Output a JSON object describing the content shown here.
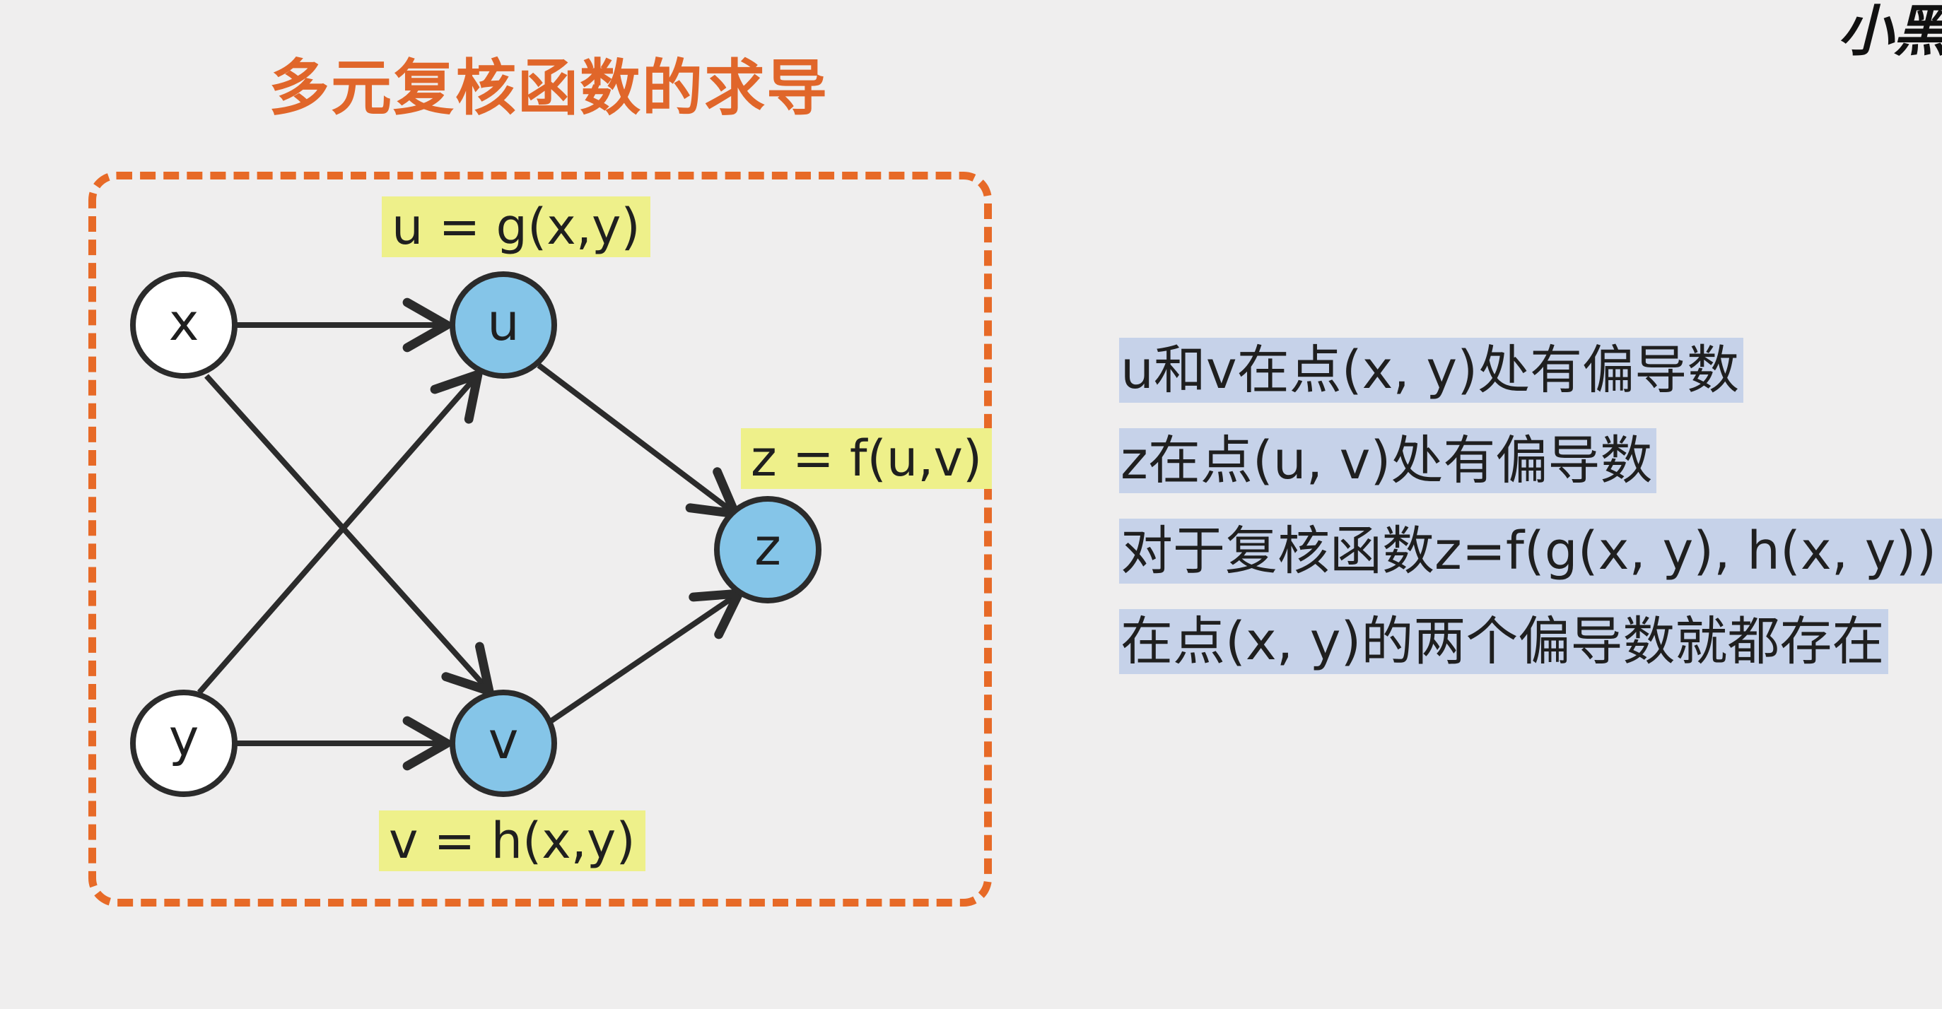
{
  "title": "多元复核函数的求导",
  "logo_text": "小黑",
  "diagram": {
    "nodes": {
      "x": "x",
      "y": "y",
      "u": "u",
      "v": "v",
      "z": "z"
    },
    "labels": {
      "u_def": "u = g(x,y)",
      "v_def": "v = h(x,y)",
      "z_def": "z = f(u,v)"
    },
    "edges": [
      {
        "from": "x",
        "to": "u"
      },
      {
        "from": "x",
        "to": "v"
      },
      {
        "from": "y",
        "to": "u"
      },
      {
        "from": "y",
        "to": "v"
      },
      {
        "from": "u",
        "to": "z"
      },
      {
        "from": "v",
        "to": "z"
      }
    ],
    "colors": {
      "input_fill": "#ffffff",
      "intermediate_fill": "#85c5e8",
      "stroke": "#2b2b2b",
      "box_border": "#e76a27",
      "label_highlight": "#eef08a"
    }
  },
  "description": {
    "lines": [
      "u和v在点(x, y)处有偏导数",
      "z在点(u, v)处有偏导数",
      "对于复核函数z=f(g(x, y), h(x, y)):",
      "在点(x, y)的两个偏导数就都存在"
    ],
    "highlight_color": "#c6d2e9"
  }
}
